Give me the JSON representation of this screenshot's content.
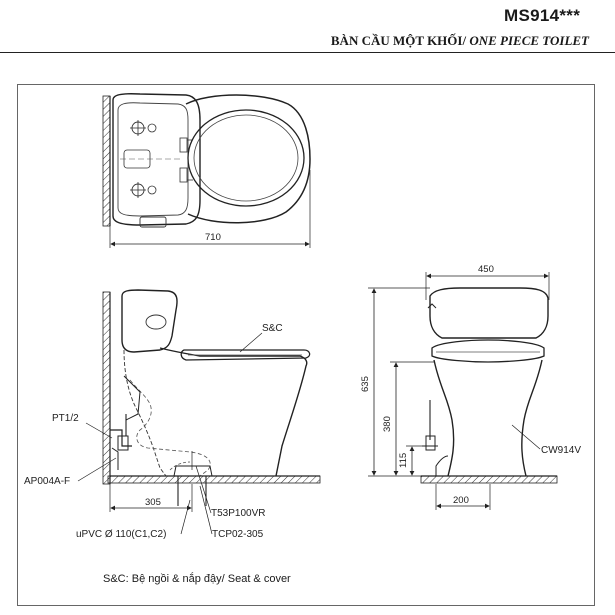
{
  "header": {
    "model": "MS914***",
    "title_vi": "BÀN CẦU MỘT KHỐI/ ",
    "title_en": "ONE PIECE TOILET"
  },
  "dimensions": {
    "top_width": "710",
    "front_width": "450",
    "total_height": "635",
    "seat_height": "380",
    "supply_height": "115",
    "rough_in": "305",
    "base_width": "200"
  },
  "labels": {
    "seat": "S&C",
    "supply": "PT1/2",
    "angle_valve": "AP004A-F",
    "flange": "T53P100VR",
    "pipe": "uPVC Ø 110(C1,C2)",
    "gasket": "TCP02-305",
    "bowl": "CW914V"
  },
  "note": "S&C: Bệ ngồi & nắp đậy/ Seat & cover"
}
